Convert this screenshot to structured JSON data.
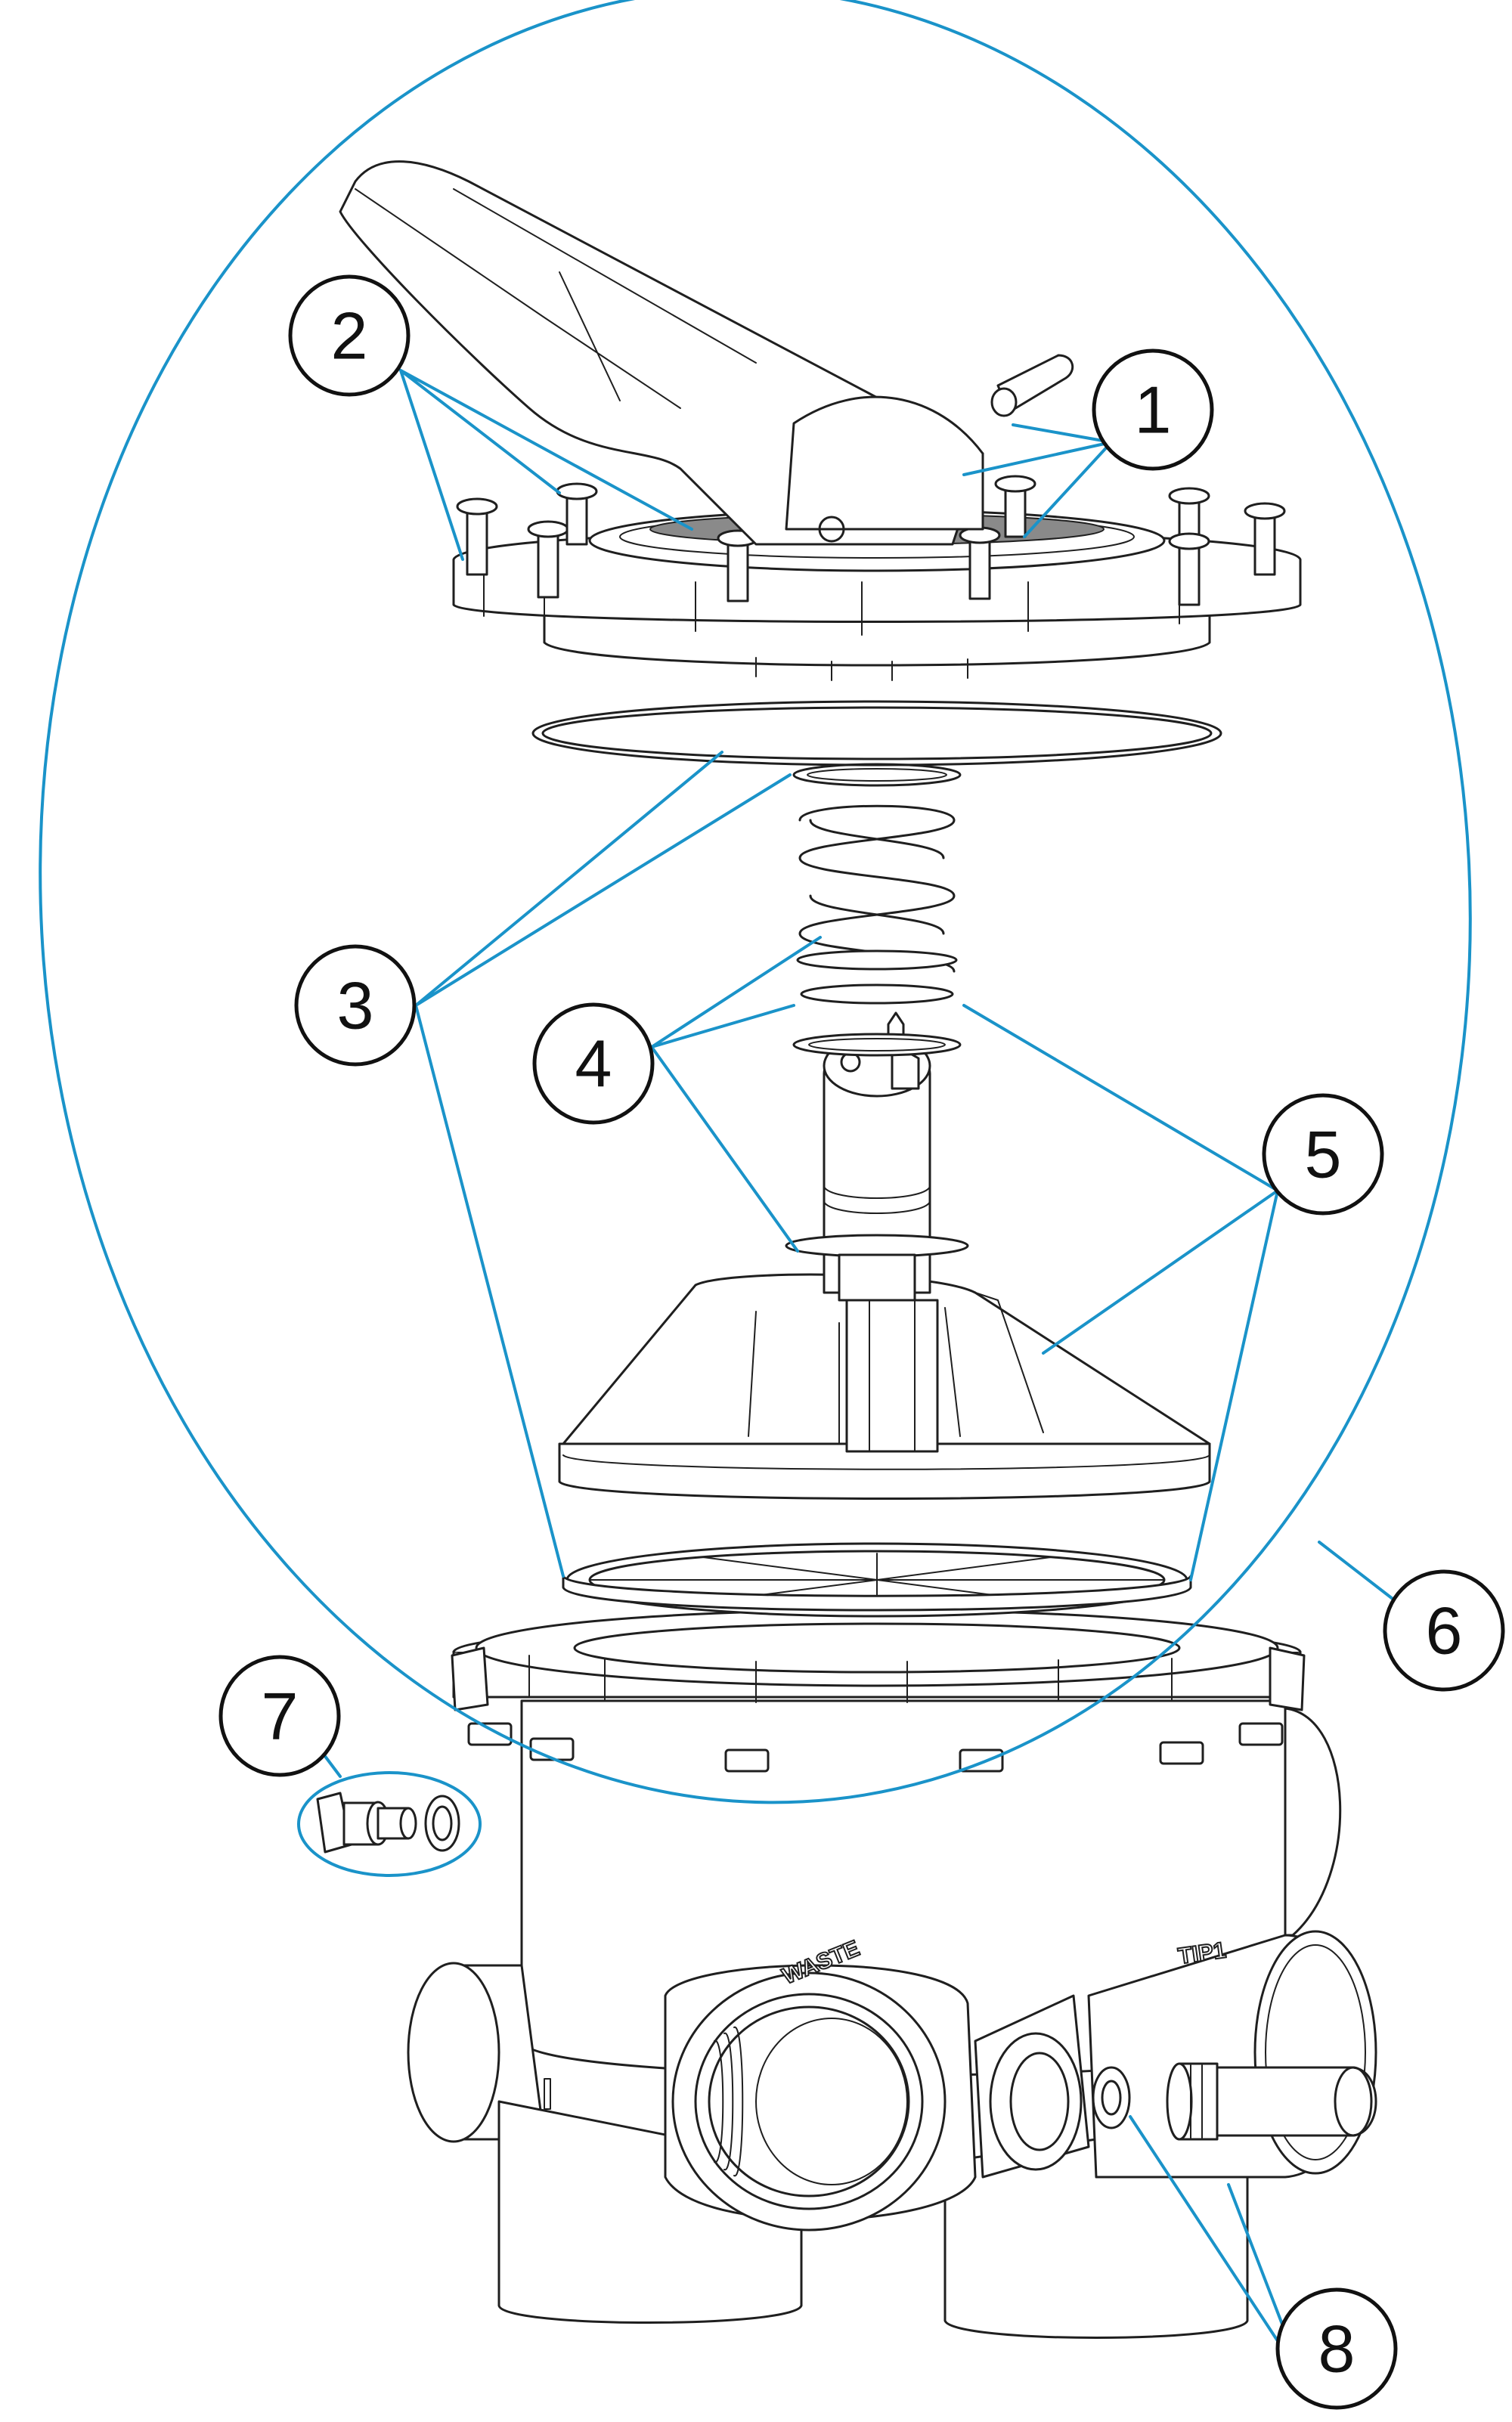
{
  "diagram": {
    "callouts": [
      {
        "id": "callout-1",
        "label": "1"
      },
      {
        "id": "callout-2",
        "label": "2"
      },
      {
        "id": "callout-3",
        "label": "3"
      },
      {
        "id": "callout-4",
        "label": "4"
      },
      {
        "id": "callout-5",
        "label": "5"
      },
      {
        "id": "callout-6",
        "label": "6"
      },
      {
        "id": "callout-7",
        "label": "7"
      },
      {
        "id": "callout-8",
        "label": "8"
      }
    ],
    "body_markings": {
      "waste": "WASTE",
      "tip": "TIP1"
    },
    "colors": {
      "leader_lines": "#1a93c9",
      "outline": "#1f1f1f",
      "background": "#ffffff"
    }
  }
}
